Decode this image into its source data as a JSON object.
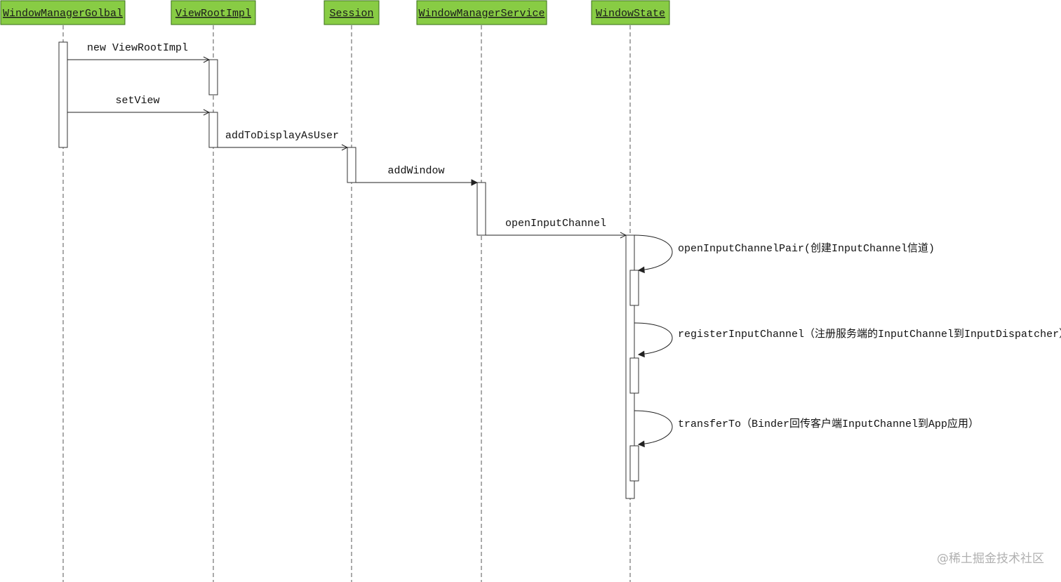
{
  "actors": [
    {
      "id": "wmg",
      "label": "WindowManagerGolbal"
    },
    {
      "id": "vri",
      "label": "ViewRootImpl"
    },
    {
      "id": "session",
      "label": "Session"
    },
    {
      "id": "wms",
      "label": "WindowManagerService"
    },
    {
      "id": "ws",
      "label": "WindowState"
    }
  ],
  "messages": [
    {
      "from": "wmg",
      "to": "vri",
      "label": "new ViewRootImpl"
    },
    {
      "from": "wmg",
      "to": "vri",
      "label": "setView"
    },
    {
      "from": "vri",
      "to": "session",
      "label": "addToDisplayAsUser"
    },
    {
      "from": "session",
      "to": "wms",
      "label": "addWindow"
    },
    {
      "from": "wms",
      "to": "ws",
      "label": "openInputChannel"
    },
    {
      "from": "ws",
      "to": "ws",
      "label": "openInputChannelPair(创建InputChannel信道)"
    },
    {
      "from": "ws",
      "to": "ws",
      "label": "registerInputChannel（注册服务端的InputChannel到InputDispatcher）"
    },
    {
      "from": "ws",
      "to": "ws",
      "label": "transferTo（Binder回传客户端InputChannel到App应用）"
    }
  ],
  "watermark": "@稀土掘金技术社区",
  "colors": {
    "actor_fill": "#88cc44",
    "actor_border": "#3a6e1a"
  }
}
